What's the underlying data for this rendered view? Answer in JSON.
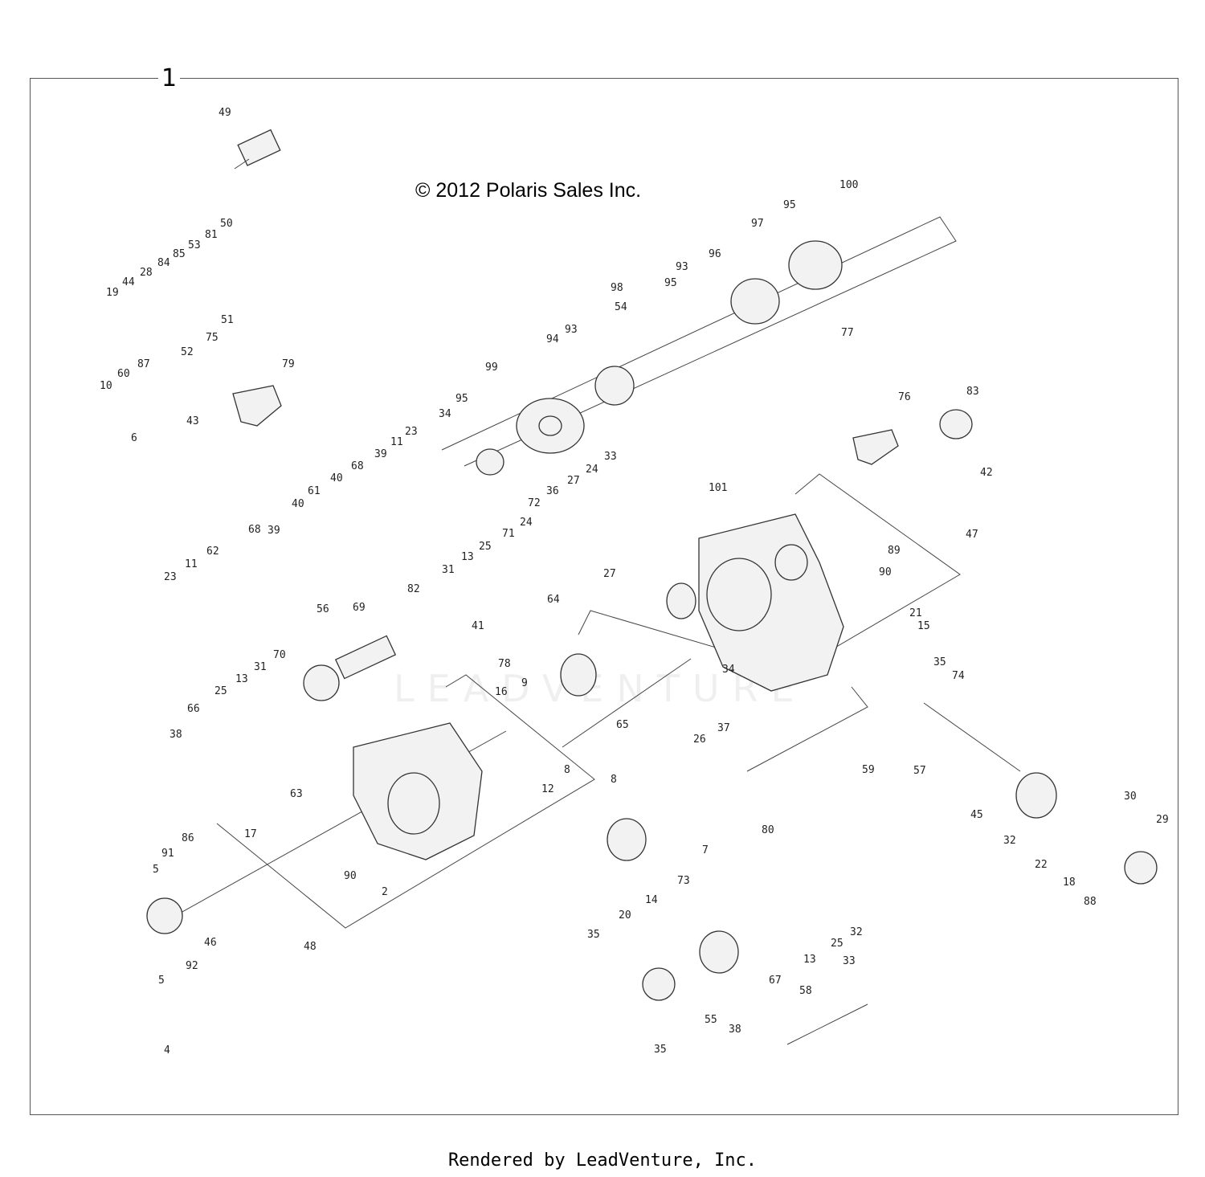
{
  "figure_number": "1",
  "copyright": "© 2012 Polaris Sales Inc.",
  "rendered_by": "Rendered by LeadVenture, Inc.",
  "watermark": "LEADVENTURE",
  "callouts": [
    "49",
    "100",
    "95",
    "97",
    "50",
    "81",
    "53",
    "85",
    "84",
    "28",
    "44",
    "19",
    "93",
    "96",
    "98",
    "95",
    "54",
    "77",
    "51",
    "75",
    "52",
    "87",
    "60",
    "10",
    "79",
    "43",
    "93",
    "94",
    "6",
    "99",
    "95",
    "34",
    "23",
    "11",
    "39",
    "68",
    "40",
    "61",
    "40",
    "39",
    "68",
    "62",
    "11",
    "23",
    "33",
    "24",
    "27",
    "36",
    "72",
    "76",
    "83",
    "42",
    "101",
    "89",
    "47",
    "90",
    "24",
    "71",
    "25",
    "13",
    "31",
    "82",
    "69",
    "64",
    "41",
    "78",
    "27",
    "34",
    "56",
    "70",
    "31",
    "13",
    "25",
    "66",
    "38",
    "9",
    "21",
    "15",
    "35",
    "74",
    "16",
    "65",
    "37",
    "26",
    "59",
    "8",
    "12",
    "57",
    "8",
    "80",
    "63",
    "30",
    "29",
    "45",
    "32",
    "22",
    "18",
    "88",
    "86",
    "17",
    "91",
    "5",
    "90",
    "7",
    "73",
    "2",
    "14",
    "20",
    "35",
    "46",
    "92",
    "48",
    "5",
    "32",
    "25",
    "13",
    "67",
    "33",
    "4",
    "55",
    "58",
    "38",
    "35"
  ]
}
